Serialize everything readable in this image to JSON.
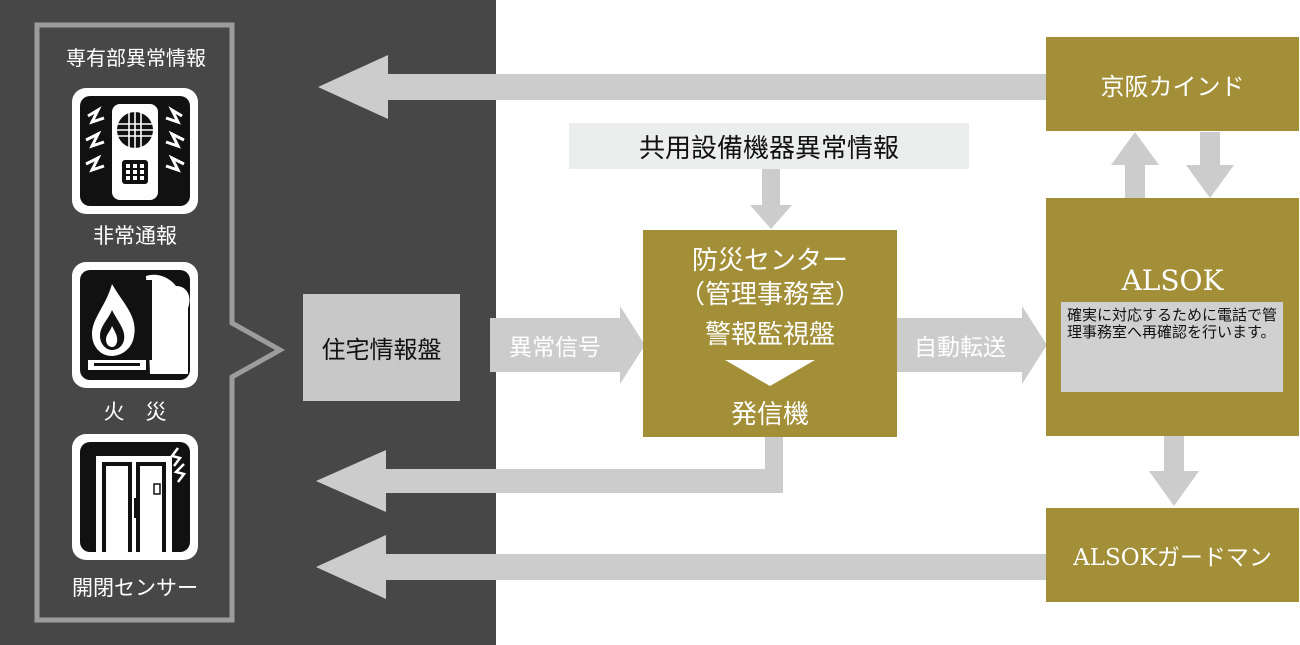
{
  "left_panel": {
    "title": "専有部異常情報",
    "items": [
      {
        "label": "非常通報",
        "icon": "emergency-call-icon"
      },
      {
        "label": "火　災",
        "icon": "fire-icon"
      },
      {
        "label": "開閉センサー",
        "icon": "door-sensor-icon"
      }
    ]
  },
  "boxes": {
    "jutaku": "住宅情報盤",
    "kyoyo": "共用設備機器異常情報",
    "bosai_line1": "防災センター",
    "bosai_line2": "（管理事務室）",
    "bosai_line3": "警報監視盤",
    "bosai_line4": "発信機",
    "keihan": "京阪カインド",
    "alsok": "ALSOK",
    "alsok_note": "確実に対応するために電話で管理事務室へ再確認を行います。",
    "guardman": "ALSOKガードマン"
  },
  "arrows": {
    "ijo_shingo": "異常信号",
    "jido_tenso": "自動転送"
  },
  "colors": {
    "dark_panel": "#474747",
    "gold": "#a38f38",
    "grey_box": "#c8c8c8",
    "arrow": "#cccccc"
  }
}
